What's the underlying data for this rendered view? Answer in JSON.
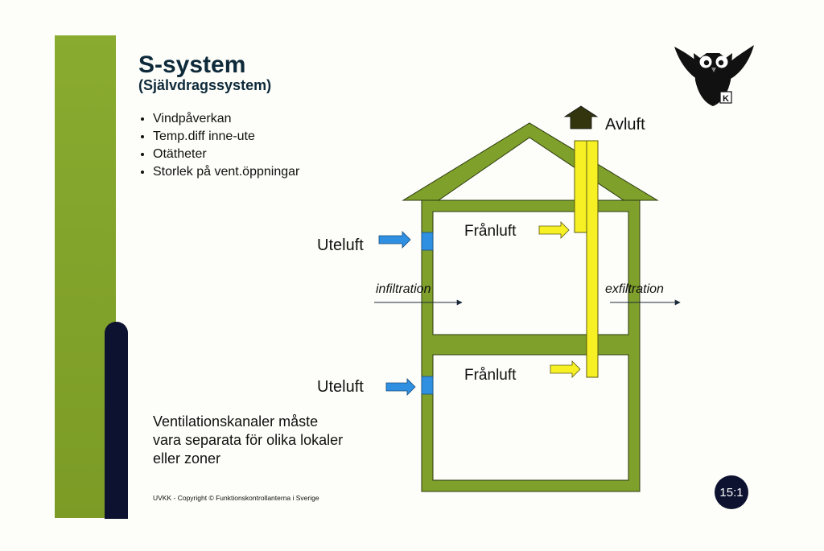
{
  "slide": {
    "title": "S-system",
    "subtitle": "(Självdragssystem)",
    "bullets": [
      "Vindpåverkan",
      "Temp.diff inne-ute",
      "Otätheter",
      "Storlek på vent.öppningar"
    ],
    "note": "Ventilationskanaler måste vara separata för olika lokaler eller zoner",
    "copyright": "UVKK - Copyright © Funktionskontrollanterna i Sverige",
    "page_badge": "15:1",
    "logo_letter": "K"
  },
  "diagram": {
    "exhaust_label": "Avluft",
    "outdoor_air_upper": "Uteluft",
    "outdoor_air_lower": "Uteluft",
    "extract_air_upper": "Frånluft",
    "extract_air_lower": "Frånluft",
    "infiltration_label": "infiltration",
    "exfiltration_label": "exfiltration"
  },
  "colors": {
    "wall_green": "#7fa02a",
    "duct_yellow": "#f6f024",
    "intake_blue": "#2f8fe0",
    "navy": "#0d1230"
  }
}
